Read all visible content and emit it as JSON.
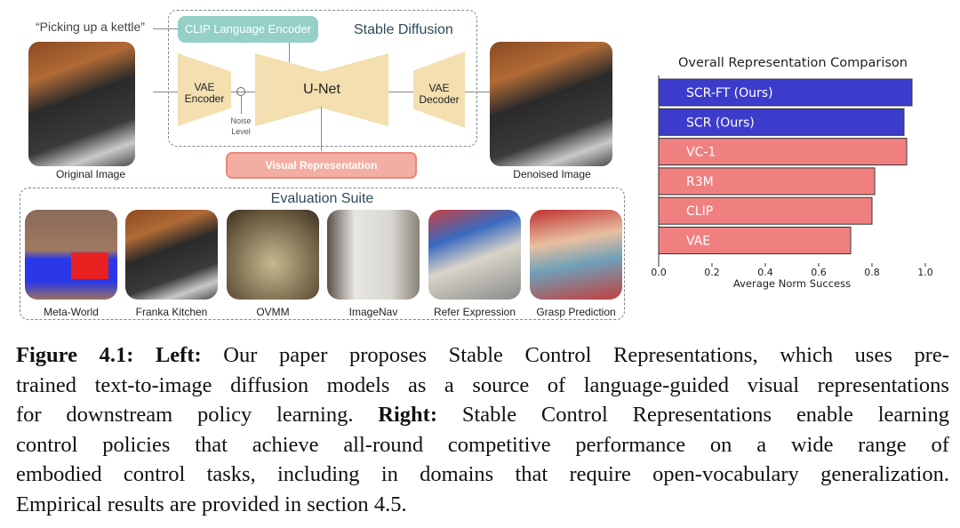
{
  "diagram": {
    "prompt": "“Picking up a kettle”",
    "clip_encoder": "CLIP Language Encoder",
    "stable_diffusion": "Stable Diffusion",
    "vae_encoder": [
      "VAE",
      "Encoder"
    ],
    "unet": "U-Net",
    "noise_level": [
      "Noise",
      "Level"
    ],
    "vae_decoder": [
      "VAE",
      "Decoder"
    ],
    "visual_representation": "Visual Representation",
    "original_image": "Original Image",
    "denoised_image": "Denoised Image",
    "evaluation_suite": "Evaluation Suite",
    "tasks": [
      "Meta-World",
      "Franka Kitchen",
      "OVMM",
      "ImageNav",
      "Refer Expression",
      "Grasp Prediction"
    ]
  },
  "chart_data": {
    "type": "bar",
    "orientation": "horizontal",
    "title": "Overall Representation Comparison",
    "xlabel": "Average Norm Success",
    "ylabel": "",
    "xlim": [
      0,
      1.0
    ],
    "xticks": [
      "0.0",
      "0.2",
      "0.4",
      "0.6",
      "0.8",
      "1.0"
    ],
    "categories": [
      "SCR-FT (Ours)",
      "SCR (Ours)",
      "VC-1",
      "R3M",
      "CLIP",
      "VAE"
    ],
    "values": [
      0.95,
      0.92,
      0.93,
      0.81,
      0.8,
      0.72
    ],
    "colors": [
      "#3c3ccc",
      "#3c3ccc",
      "#f08080",
      "#f08080",
      "#f08080",
      "#f08080"
    ]
  },
  "caption": {
    "lines": [
      [
        {
          "t": "Figure 4.1:",
          "b": true
        },
        {
          "t": "Left:",
          "b": true
        },
        {
          "t": "Our paper proposes Stable Control Representations, which uses pre-"
        }
      ],
      [
        {
          "t": "trained text-to-image diffusion models as a source of language-guided visual representations"
        }
      ],
      [
        {
          "t": "for downstream policy learning."
        },
        {
          "t": "Right:",
          "b": true
        },
        {
          "t": "Stable Control Representations enable learning"
        }
      ],
      [
        {
          "t": "control policies that achieve all-round competitive performance on a wide range of"
        }
      ],
      [
        {
          "t": "embodied control tasks, including in domains that require open-vocabulary generalization."
        }
      ],
      [
        {
          "t": "Empirical results are provided in section 4.5."
        }
      ]
    ]
  }
}
